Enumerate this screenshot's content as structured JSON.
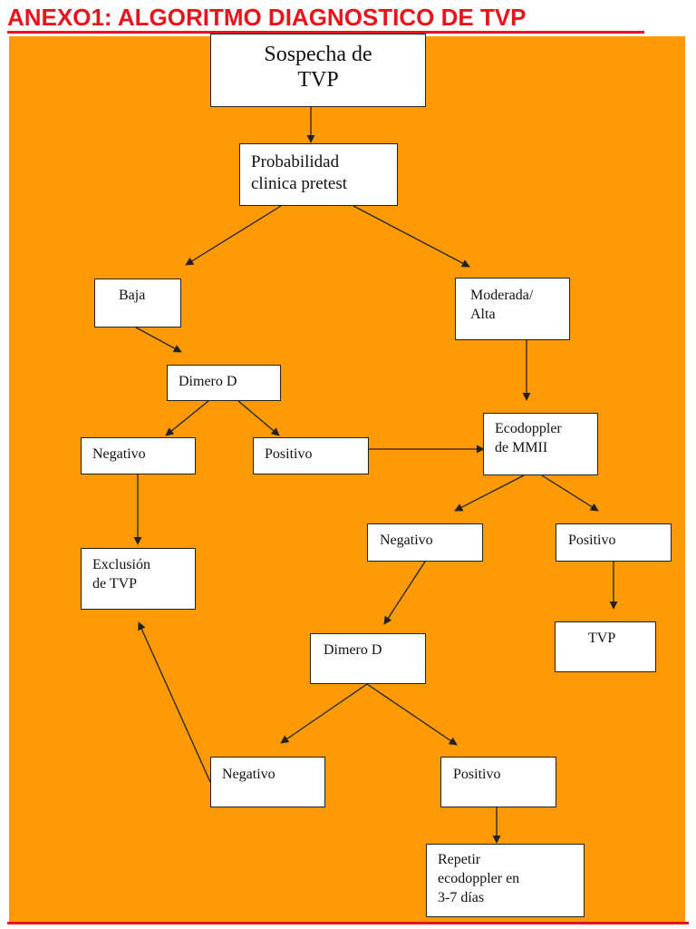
{
  "header": {
    "title": "ANEXO1: ALGORITMO DIAGNOSTICO DE TVP"
  },
  "colors": {
    "title": "#e8141c",
    "background": "#fd9a05",
    "node_fill": "#ffffff",
    "stroke": "#222222"
  },
  "nodes": {
    "sospecha": "Sospecha de\nTVP",
    "probabilidad": "Probabilidad\nclinica pretest",
    "baja": "Baja",
    "moderada": "Moderada/\nAlta",
    "dimero1": "Dimero D",
    "negativo1": "Negativo",
    "positivo1": "Positivo",
    "ecodoppler": "Ecodoppler\nde MMII",
    "exclusion": "Exclusión\nde TVP",
    "negativo2": "Negativo",
    "positivo2": "Positivo",
    "tvp": "TVP",
    "dimero2": "Dimero D",
    "negativo3": "Negativo",
    "positivo3": "Positivo",
    "repetir": "Repetir\necodoppler en\n3-7 días"
  }
}
